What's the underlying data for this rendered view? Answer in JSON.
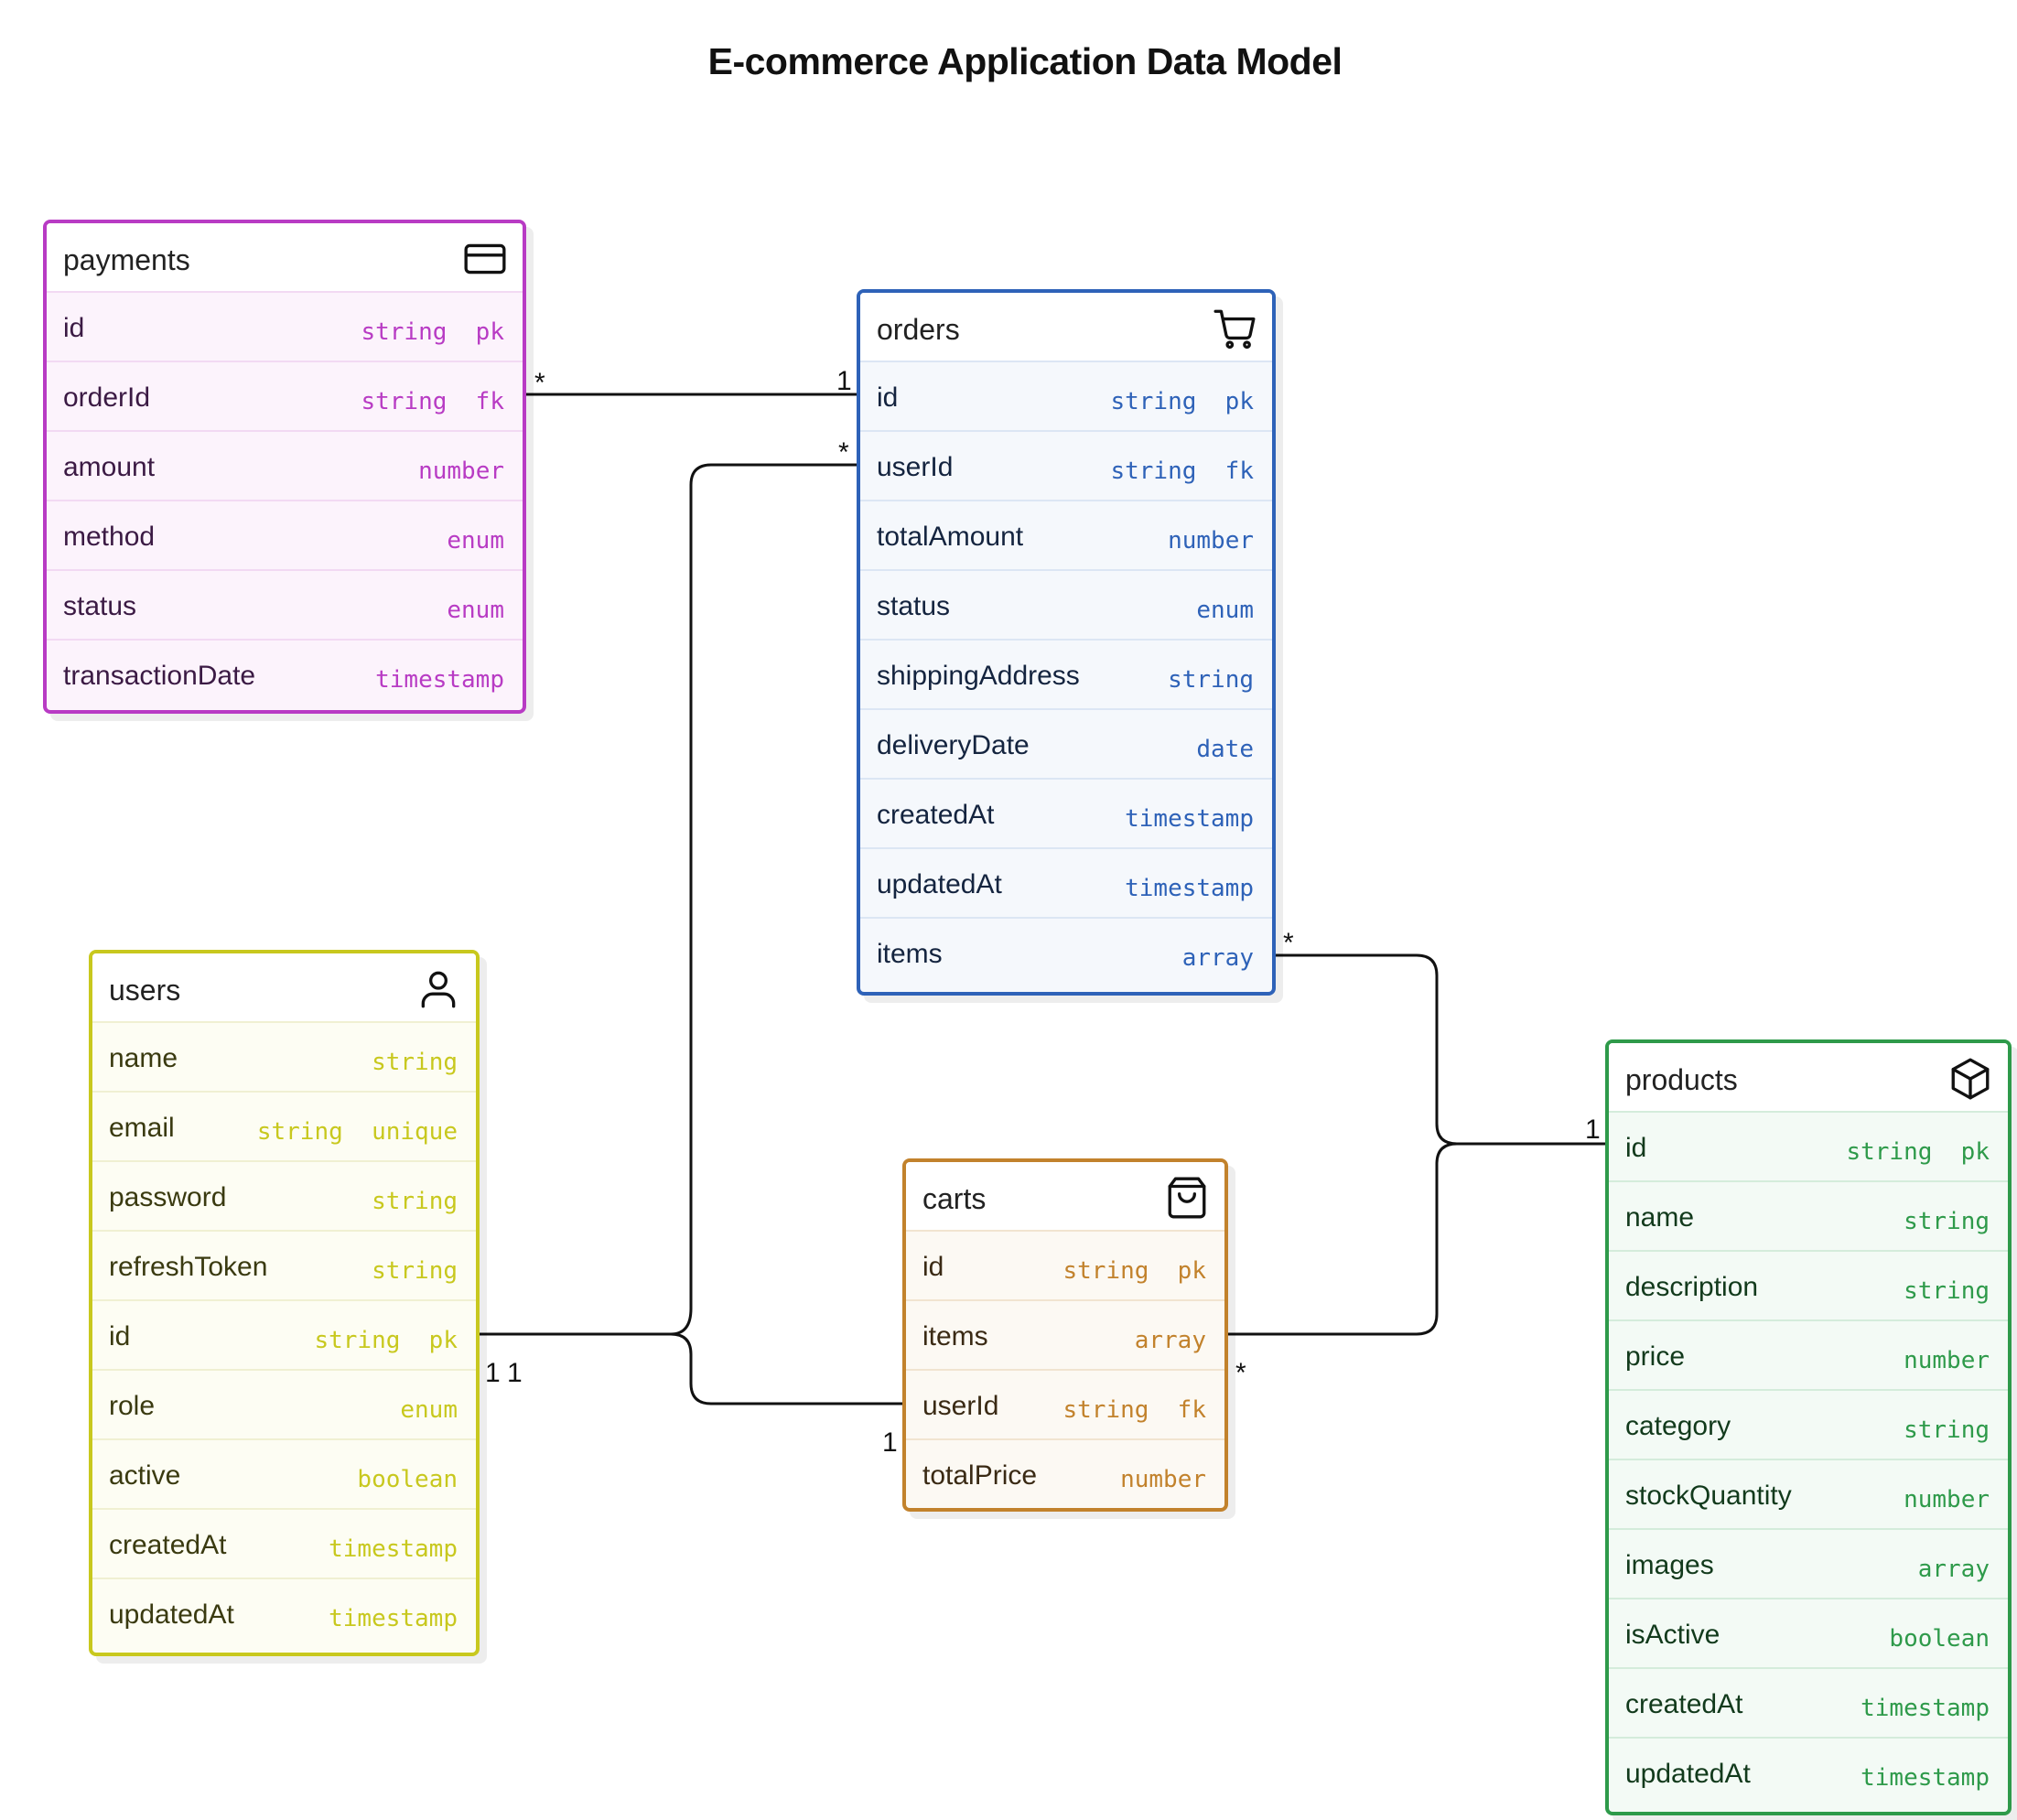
{
  "title": "E-commerce Application Data Model",
  "entities": {
    "payments": {
      "name": "payments",
      "icon": "credit-card-icon",
      "color": "#b83bc4",
      "fields": [
        {
          "name": "id",
          "type": "string  pk"
        },
        {
          "name": "orderId",
          "type": "string  fk"
        },
        {
          "name": "amount",
          "type": "number"
        },
        {
          "name": "method",
          "type": "enum"
        },
        {
          "name": "status",
          "type": "enum"
        },
        {
          "name": "transactionDate",
          "type": "timestamp"
        }
      ]
    },
    "orders": {
      "name": "orders",
      "icon": "shopping-cart-icon",
      "color": "#2e62b8",
      "fields": [
        {
          "name": "id",
          "type": "string  pk"
        },
        {
          "name": "userId",
          "type": "string  fk"
        },
        {
          "name": "totalAmount",
          "type": "number"
        },
        {
          "name": "status",
          "type": "enum"
        },
        {
          "name": "shippingAddress",
          "type": "string"
        },
        {
          "name": "deliveryDate",
          "type": "date"
        },
        {
          "name": "createdAt",
          "type": "timestamp"
        },
        {
          "name": "updatedAt",
          "type": "timestamp"
        },
        {
          "name": "items",
          "type": "array"
        }
      ]
    },
    "users": {
      "name": "users",
      "icon": "user-icon",
      "color": "#c8c81e",
      "fields": [
        {
          "name": "name",
          "type": "string"
        },
        {
          "name": "email",
          "type": "string  unique"
        },
        {
          "name": "password",
          "type": "string"
        },
        {
          "name": "refreshToken",
          "type": "string"
        },
        {
          "name": "id",
          "type": "string  pk"
        },
        {
          "name": "role",
          "type": "enum"
        },
        {
          "name": "active",
          "type": "boolean"
        },
        {
          "name": "createdAt",
          "type": "timestamp"
        },
        {
          "name": "updatedAt",
          "type": "timestamp"
        }
      ]
    },
    "carts": {
      "name": "carts",
      "icon": "shopping-bag-icon",
      "color": "#c2822c",
      "fields": [
        {
          "name": "id",
          "type": "string  pk"
        },
        {
          "name": "items",
          "type": "array"
        },
        {
          "name": "userId",
          "type": "string  fk"
        },
        {
          "name": "totalPrice",
          "type": "number"
        }
      ]
    },
    "products": {
      "name": "products",
      "icon": "package-cube-icon",
      "color": "#2e9a4a",
      "fields": [
        {
          "name": "id",
          "type": "string  pk"
        },
        {
          "name": "name",
          "type": "string"
        },
        {
          "name": "description",
          "type": "string"
        },
        {
          "name": "price",
          "type": "number"
        },
        {
          "name": "category",
          "type": "string"
        },
        {
          "name": "stockQuantity",
          "type": "number"
        },
        {
          "name": "images",
          "type": "array"
        },
        {
          "name": "isActive",
          "type": "boolean"
        },
        {
          "name": "createdAt",
          "type": "timestamp"
        },
        {
          "name": "updatedAt",
          "type": "timestamp"
        }
      ]
    }
  },
  "relationships": [
    {
      "from": "payments.orderId",
      "to": "orders.id",
      "from_card": "*",
      "to_card": "1"
    },
    {
      "from": "orders.userId",
      "to": "users.id",
      "from_card": "*",
      "to_card": "1"
    },
    {
      "from": "carts.userId",
      "to": "users.id",
      "from_card": "1",
      "to_card": "1"
    },
    {
      "from": "orders.items",
      "to": "products.id",
      "from_card": "*",
      "to_card": "1"
    },
    {
      "from": "carts.items",
      "to": "products.id",
      "from_card": "*",
      "to_card": "1"
    }
  ]
}
